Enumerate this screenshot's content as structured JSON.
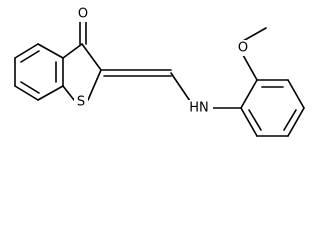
{
  "molecule": {
    "atoms": {
      "carbonyl_oxygen": "O",
      "thiophene_sulfur": "S",
      "amine_nitrogen": "HN",
      "methoxy_oxygen": "O"
    }
  },
  "colors": {
    "bond": "#000000",
    "label": "#000000",
    "background": "#ffffff"
  }
}
